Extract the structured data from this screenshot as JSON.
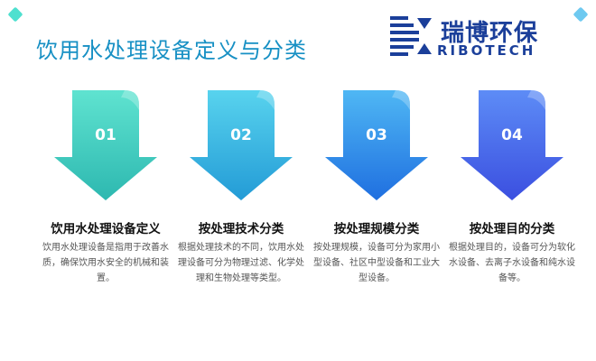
{
  "title": "饮用水处理设备定义与分类",
  "logo": {
    "cn": "瑞博环保",
    "en": "RIBOTECH",
    "color": "#1b3f9a"
  },
  "items": [
    {
      "num": "01",
      "title": "饮用水处理设备定义",
      "desc": "饮用水处理设备是指用于改善水质，确保饮用水安全的机械和装置。",
      "color_top": "#5fe3d0",
      "color_bottom": "#2db8b0"
    },
    {
      "num": "02",
      "title": "按处理技术分类",
      "desc": "根据处理技术的不同，饮用水处理设备可分为物理过滤、化学处理和生物处理等类型。",
      "color_top": "#58d3ee",
      "color_bottom": "#239bd6"
    },
    {
      "num": "03",
      "title": "按处理规模分类",
      "desc": "按处理规模，设备可分为家用小型设备、社区中型设备和工业大型设备。",
      "color_top": "#4fb7f4",
      "color_bottom": "#1f6fe0"
    },
    {
      "num": "04",
      "title": "按处理目的分类",
      "desc": "根据处理目的，设备可分为软化水设备、去离子水设备和纯水设备等。",
      "color_top": "#5d8cf6",
      "color_bottom": "#3b4fe0"
    }
  ]
}
